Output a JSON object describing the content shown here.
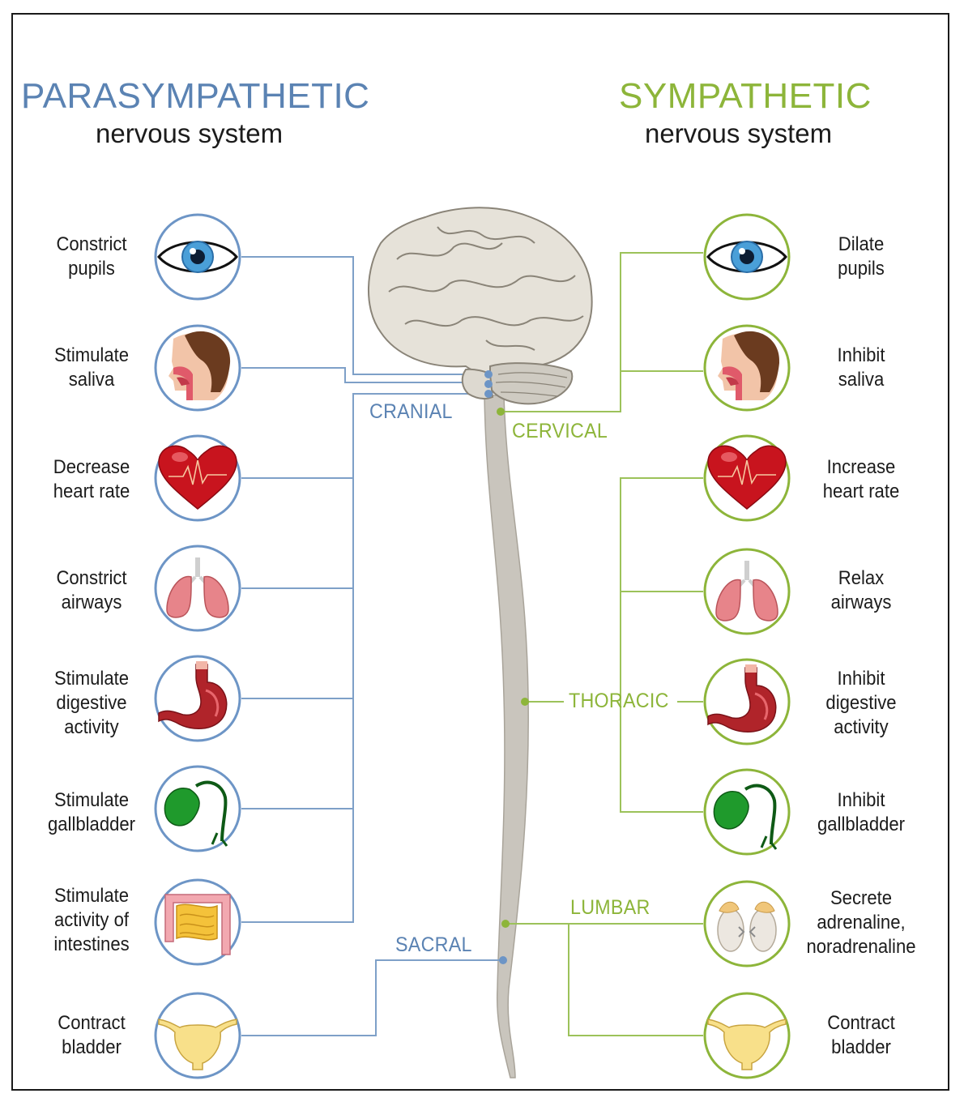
{
  "colors": {
    "parasympathetic": "#5b83b3",
    "sympathetic": "#8db53a",
    "label_text": "#1c1c1c"
  },
  "parasympathetic": {
    "title": "PARASYMPATHETIC",
    "subtitle": "nervous system",
    "effects": [
      {
        "label": "Constrict\npupils",
        "icon": "eye-icon"
      },
      {
        "label": "Stimulate\nsaliva",
        "icon": "head-icon"
      },
      {
        "label": "Decrease\nheart rate",
        "icon": "heart-icon"
      },
      {
        "label": "Constrict\nairways",
        "icon": "lungs-icon"
      },
      {
        "label": "Stimulate\ndigestive\nactivity",
        "icon": "stomach-icon"
      },
      {
        "label": "Stimulate\ngallbladder",
        "icon": "gallbladder-icon"
      },
      {
        "label": "Stimulate\nactivity of\nintestines",
        "icon": "intestines-icon"
      },
      {
        "label": "Contract\nbladder",
        "icon": "bladder-icon"
      }
    ]
  },
  "sympathetic": {
    "title": "SYMPATHETIC",
    "subtitle": "nervous system",
    "effects": [
      {
        "label": "Dilate\npupils",
        "icon": "eye-icon"
      },
      {
        "label": "Inhibit\nsaliva",
        "icon": "head-icon"
      },
      {
        "label": "Increase\nheart rate",
        "icon": "heart-icon"
      },
      {
        "label": "Relax\nairways",
        "icon": "lungs-icon"
      },
      {
        "label": "Inhibit\ndigestive\nactivity",
        "icon": "stomach-icon"
      },
      {
        "label": "Inhibit\ngallbladder",
        "icon": "gallbladder-icon"
      },
      {
        "label": "Secrete\nadrenaline,\nnoradrenaline",
        "icon": "adrenal-glands-icon"
      },
      {
        "label": "Contract\nbladder",
        "icon": "bladder-icon"
      }
    ]
  },
  "regions": {
    "cranial": "CRANIAL",
    "cervical": "CERVICAL",
    "thoracic": "THORACIC",
    "lumbar": "LUMBAR",
    "sacral": "SACRAL"
  }
}
